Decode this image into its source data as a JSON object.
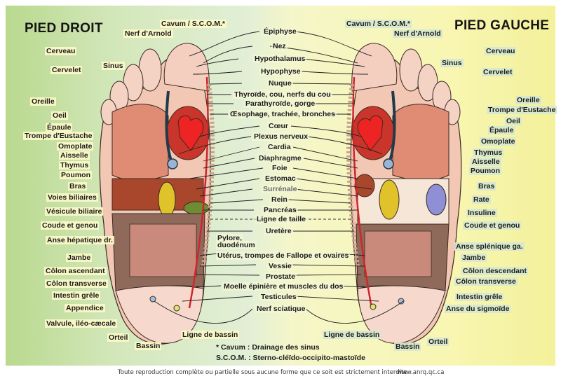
{
  "titles": {
    "right_foot": "PIED DROIT",
    "left_foot": "PIED GAUCHE"
  },
  "right_foot_labels": {
    "cavum": "Cavum / S.C.O.M.*",
    "nerf_arnold": "Nerf d'Arnold",
    "cerveau": "Cerveau",
    "sinus": "Sinus",
    "cervelet": "Cervelet",
    "oreille": "Oreille",
    "oeil": "Oeil",
    "epaule": "Épaule",
    "trompe": "Trompe d'Eustache",
    "omoplate": "Omoplate",
    "aisselle": "Aisselle",
    "thymus": "Thymus",
    "poumon": "Poumon",
    "bras": "Bras",
    "voies_biliaires": "Voies biliaires",
    "vesicule": "Vésicule biliaire",
    "coude_genou": "Coude et genou",
    "anse_hepatique": "Anse hépatique dr.",
    "jambe": "Jambe",
    "colon_ascendant": "Côlon ascendant",
    "colon_transverse": "Côlon transverse",
    "intestin_grele": "Intestin grêle",
    "appendice": "Appendice",
    "valvule": "Valvule, iléo-cæcale",
    "orteil": "Orteil",
    "bassin": "Bassin",
    "ligne_bassin": "Ligne de bassin"
  },
  "center_labels": {
    "epiphyse": "Épiphyse",
    "nez": "Nez",
    "hypothalamus": "Hypothalamus",
    "hypophyse": "Hypophyse",
    "nuque": "Nuque",
    "thyroide": "Thyroïde, cou, nerfs du cou",
    "parathyroide": "Parathyroïde, gorge",
    "oesophage": "Œsophage, trachée, bronches",
    "coeur": "Cœur",
    "plexus": "Plexus nerveux",
    "cardia": "Cardia",
    "diaphragme": "Diaphragme",
    "foie": "Foie",
    "estomac": "Estomac",
    "surrenale": "Surrénale",
    "rein": "Rein",
    "pancreas": "Pancréas",
    "ligne_taille": "Ligne de taille",
    "uretere": "Uretère",
    "pylore": "Pylore,",
    "duodenum": "duodénum",
    "uterus": "Utérus, trompes de Fallope et ovaires",
    "vessie": "Vessie",
    "prostate": "Prostate",
    "moelle": "Moelle épinière et muscles du dos",
    "testicules": "Testicules",
    "nerf_sciatique": "Nerf sciatique"
  },
  "left_foot_labels": {
    "cavum": "Cavum / S.C.O.M.*",
    "nerf_arnold": "Nerf d'Arnold",
    "cerveau": "Cerveau",
    "sinus": "Sinus",
    "cervelet": "Cervelet",
    "oreille": "Oreille",
    "trompe": "Trompe d'Eustache",
    "oeil": "Oeil",
    "epaule": "Épaule",
    "omoplate": "Omoplate",
    "thymus": "Thymus",
    "aisselle": "Aisselle",
    "poumon": "Poumon",
    "bras": "Bras",
    "rate": "Rate",
    "insuline": "Insuline",
    "coude_genou": "Coude et genou",
    "anse_splenique": "Anse splénique ga.",
    "jambe": "Jambe",
    "colon_descendant": "Côlon descendant",
    "colon_transverse": "Côlon transverse",
    "intestin_grele": "Intestin grêle",
    "anse_sigmoide": "Anse du sigmoïde",
    "orteil": "Orteil",
    "bassin": "Bassin",
    "ligne_bassin": "Ligne de bassin"
  },
  "notes": {
    "cavum_note": "* Cavum : Drainage des sinus",
    "scom_note": "S.C.O.M. : Sterno-cléïdo-occipito-mastoïde"
  },
  "footer": {
    "copyright": "Toute reproduction complète ou partielle sous aucune forme que ce soit est strictement interdite",
    "website": "www.anrq.qc.ca"
  },
  "colors": {
    "skin": "#f2c7b4",
    "heart": "#e8262b",
    "liver": "#a9472c",
    "gallbladder": "#e0c22a",
    "spine_line": "#d0262b",
    "spleen": "#8f8fd6"
  }
}
